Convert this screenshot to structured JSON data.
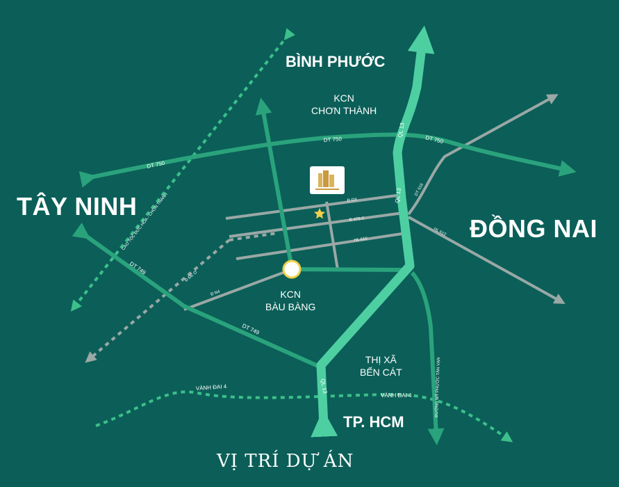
{
  "regions": {
    "north": "BÌNH PHƯỚC",
    "west": "TÂY NINH",
    "east": "ĐỒNG NAI",
    "south": "TP. HCM"
  },
  "places": {
    "kcn_chon_thanh": "KCN\nCHƠN THÀNH",
    "kcn_bau_bang": "KCN\nBÀU BÀNG",
    "ben_cat": "THỊ XÃ\nBẾN CÁT"
  },
  "roads": {
    "ql13": "QL 13",
    "dt750": "DT 750",
    "dt749": "DT 749",
    "dt516": "DT 516",
    "hl612": "HL 612",
    "dx": "Đ DX",
    "d475c": "Đ 475 C",
    "hl610": "HL 610",
    "de": "Đ ĐE Ơ",
    "dn4": "Đ N4",
    "cao_toc": "CAO TỐC ĐỨC HÒA - CHƠN THÀNH",
    "vanh_dai_4": "VÀNH ĐAI 4",
    "my_phuoc_tan_van": "ĐƯỜNG MỸ PHƯỚC TÂN VẠN"
  },
  "title": "VỊ TRÍ DỰ ÁN",
  "colors": {
    "background": "#0b5f58",
    "highway": "#4ecfa2",
    "main_road": "#2aa37c",
    "local_road": "#9aa8a6",
    "planned_road": "#3cbf8a",
    "star": "#f2d04a"
  },
  "icons": {
    "project_marker": "building-icon",
    "project_location": "star-icon",
    "industrial_zone": "circle-icon"
  }
}
